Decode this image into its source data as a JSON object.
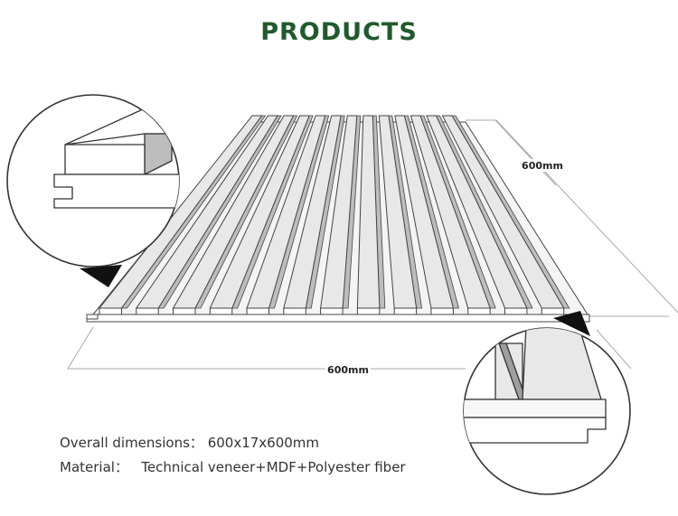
{
  "title": "PRODUCTS",
  "colors": {
    "title": "#1f5a2c",
    "outline": "#444444",
    "slat": "#e8e8e8",
    "groove": "#bdbdbd"
  },
  "dimensions": {
    "depth_label": "600mm",
    "width_label": "600mm"
  },
  "specs": {
    "overall_label": "Overall dimensions：",
    "overall_value": "600x17x600mm",
    "material_label": "Material：",
    "material_value": "Technical veneer+MDF+Polyester fiber"
  },
  "panel": {
    "slat_count": 13
  }
}
